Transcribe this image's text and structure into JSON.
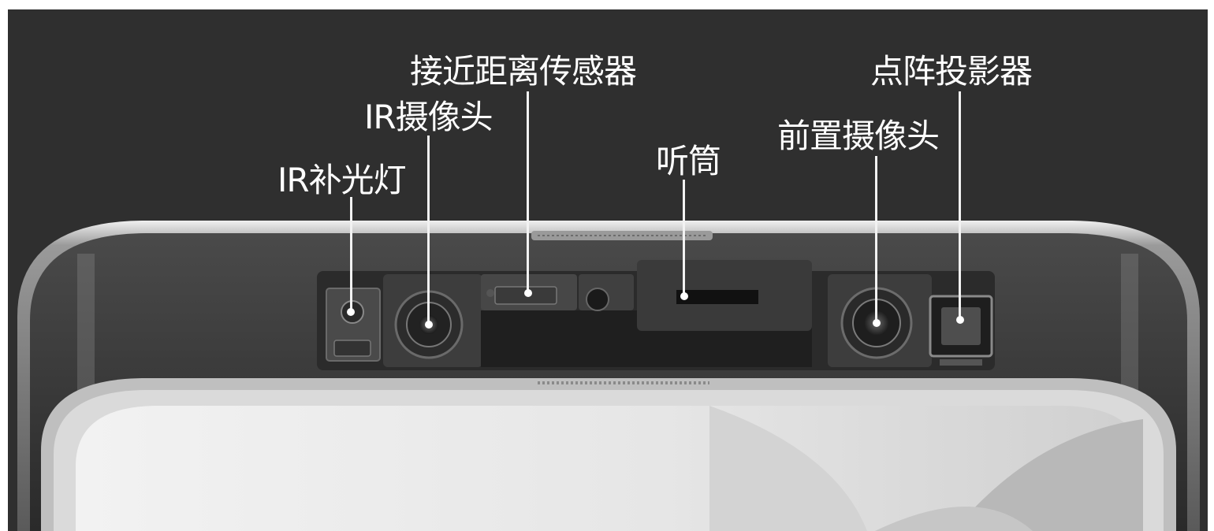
{
  "diagram": {
    "labels": {
      "ir_flood": "IR补光灯",
      "ir_camera": "IR摄像头",
      "proximity_sensor": "接近距离传感器",
      "earpiece": "听筒",
      "front_camera": "前置摄像头",
      "dot_projector": "点阵投影器"
    },
    "colors": {
      "background": "#2f2f2f",
      "label_text": "#ffffff",
      "leader_line": "#f2f2f2",
      "phone_bezel": "#3a3a3a",
      "screen": "#e9e9e9"
    }
  }
}
